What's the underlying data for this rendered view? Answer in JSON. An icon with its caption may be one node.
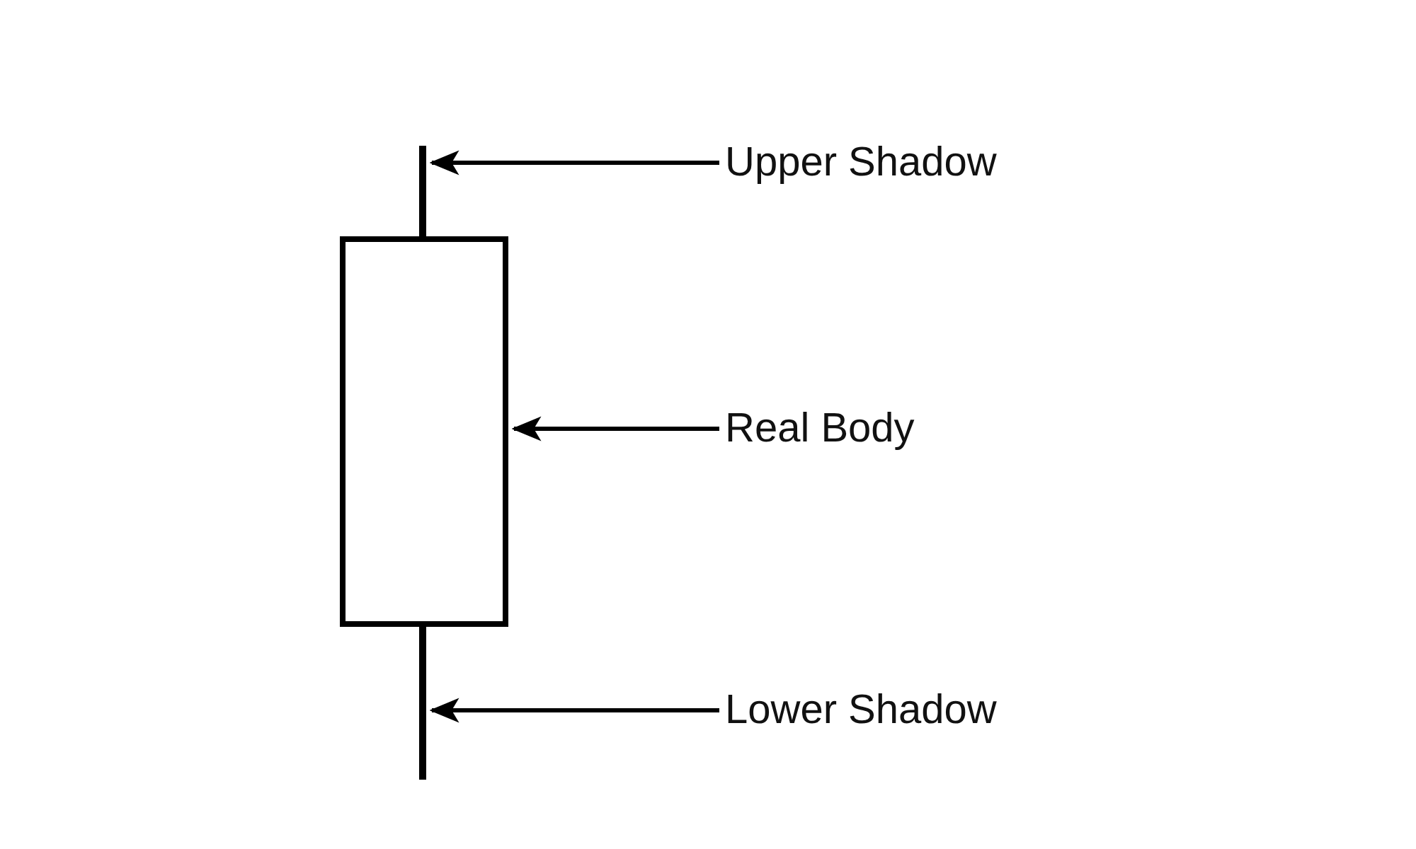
{
  "diagram": {
    "nodes": [
      {
        "text": [],
        "shape": "bar"
      },
      {
        "text": [
          "Upper Shadow"
        ]
      },
      {
        "text": [],
        "shape": "box"
      },
      {
        "text": [
          "Real Body"
        ]
      },
      {
        "text": [],
        "shape": "bar"
      },
      {
        "text": [
          "Lower Shadow"
        ]
      }
    ],
    "edges": [
      {
        "from": 1,
        "to": 0,
        "arrow": "to"
      },
      {
        "from": 3,
        "to": 2,
        "arrow": "to"
      },
      {
        "from": 5,
        "to": 4,
        "arrow": "to"
      }
    ]
  }
}
